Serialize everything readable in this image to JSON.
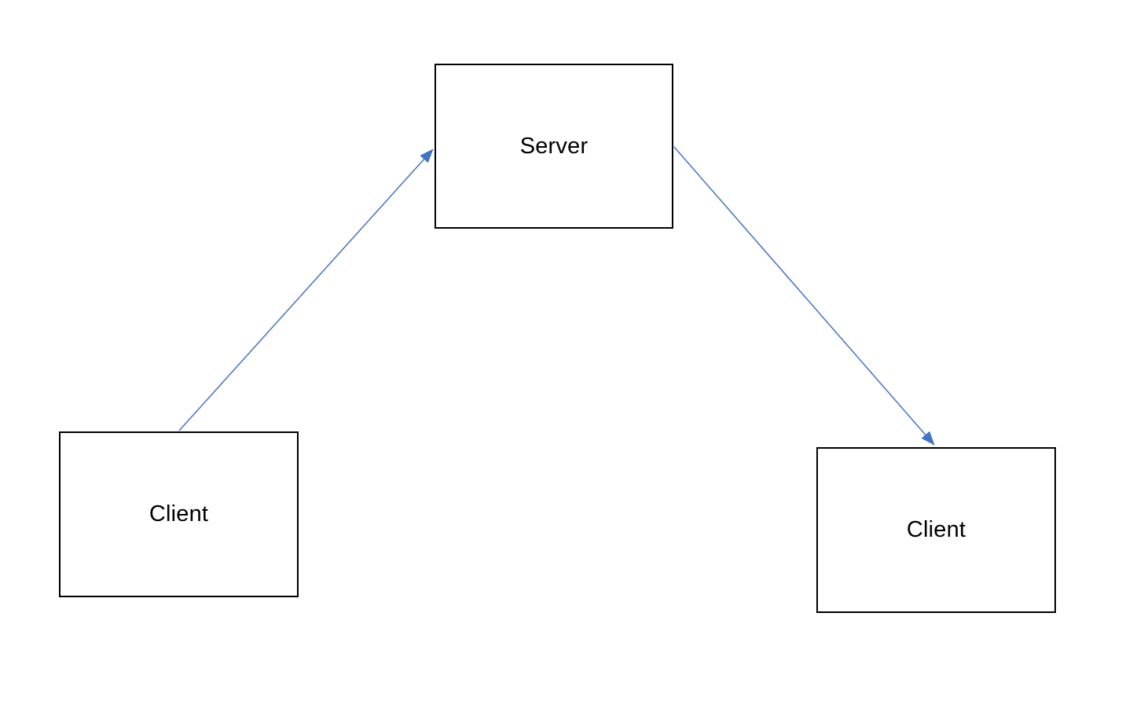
{
  "diagram": {
    "title": "client-server-diagram",
    "background_color": "#ffffff",
    "box_border_color": "#000000",
    "box_fill_color": "#ffffff",
    "label_color": "#000000",
    "arrow_color": "#4472C4",
    "nodes": {
      "server": {
        "id": "server",
        "label": "Server"
      },
      "client_left": {
        "id": "client-left",
        "label": "Client"
      },
      "client_right": {
        "id": "client-right",
        "label": "Client"
      }
    },
    "edges": [
      {
        "from": "client-left",
        "to": "server",
        "direction": "up-right",
        "style": "solid-arrow"
      },
      {
        "from": "server",
        "to": "client-right",
        "direction": "down-right",
        "style": "solid-arrow"
      }
    ]
  }
}
